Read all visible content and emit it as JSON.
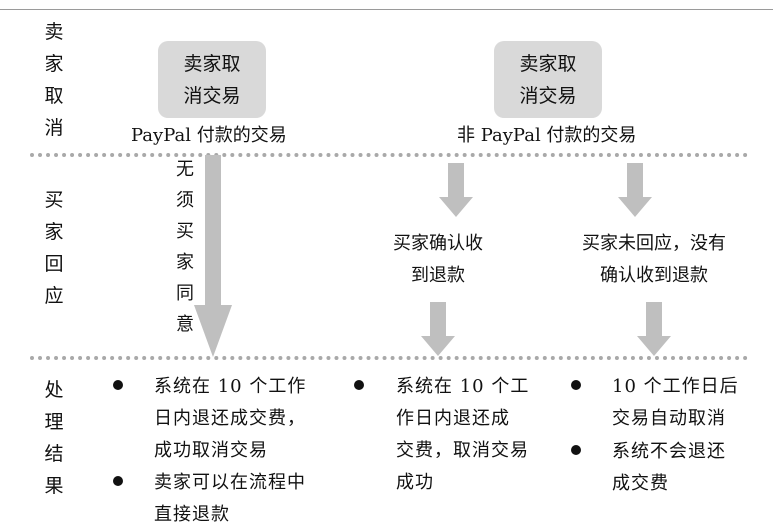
{
  "rows": {
    "row1": "卖\n家\n取\n消",
    "row2": "买\n家\n回\n应",
    "row3": "处\n理\n结\n果"
  },
  "boxes": {
    "left": "卖家取\n消交易",
    "right": "卖家取\n消交易"
  },
  "captions": {
    "left": "PayPal 付款的交易",
    "right": "非 PayPal 付款的交易"
  },
  "responses": {
    "no_consent": "无\n须\n买\n家\n同\n意",
    "confirm": "买家确认收\n到退款",
    "no_reply": "买家未回应，没有\n确认收到退款"
  },
  "results": {
    "col1": [
      "系统在 10 个工作\n日内退还成交费，\n成功取消交易",
      "卖家可以在流程中\n直接退款"
    ],
    "col2": [
      "系统在 10 个工\n作日内退还成\n交费，取消交易\n成功"
    ],
    "col3": [
      "10 个工作日后\n交易自动取消",
      "系统不会退还\n成交费"
    ]
  },
  "colors": {
    "box_fill": "#d9d9d9",
    "arrow_fill": "#bfbfbf",
    "divider": "#a9a9a9"
  }
}
